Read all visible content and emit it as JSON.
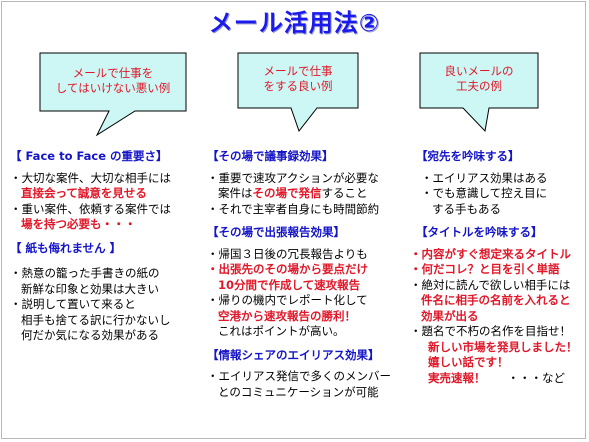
{
  "title": "メール活用法②",
  "callouts": [
    {
      "line1": "メールで仕事を",
      "line2": "してはいけない悪い例"
    },
    {
      "line1": "メールで仕事",
      "line2": "をする良い例"
    },
    {
      "line1": "良いメールの",
      "line2": "工夫の例"
    }
  ],
  "col1": {
    "h1": "【 Face to Face の重要さ】",
    "a1": "・大切な案件、大切な相手には",
    "a2": "直接会って誠意を見せる",
    "b1": "・重い案件、依頼する案件では",
    "b2": "場を持つ必要も・・・",
    "h2": "【  紙も侮れません 】",
    "c1": "・熱意の籠った手書きの紙の",
    "c2": "新鮮な印象と効果は大きい",
    "d1": "・説明して置いて来ると",
    "d2": "相手も捨てる訳に行かないし",
    "d3": "何だか気になる効果がある"
  },
  "col2": {
    "h1": "【その場で議事録効果】",
    "a1": "・重要で速攻アクションが必要な",
    "a2a": "案件は",
    "a2b": "その場で発信",
    "a2c": "すること",
    "b1": "・それで主宰者自身にも時間節約",
    "h2": "【その場で出張報告効果】",
    "c1": "・帰国３日後の冗長報告よりも",
    "d1": "・出張先のその場から要点だけ",
    "d2": "10分間で作成して速攻報告",
    "e1": "・帰りの機内でレポート化して",
    "e2": "空港から速攻報告の勝利！",
    "e3": "これはポイントが高い。",
    "h3": "【情報シェアのエイリアス効果】",
    "f1": "・エイリアス発信で多くのメンバー",
    "f2": "とのコミュニケーションが可能"
  },
  "col3": {
    "h1": "【宛先を吟味する】",
    "a1": "・エイリアス効果はある",
    "b1": "・でも意識して控え目に",
    "b2": "する手もある",
    "h2": "【タイトルを吟味する】",
    "c1": "・内容がすぐ想定来るタイトル",
    "d1": "・何だコレ？と目を引く単語",
    "e1": "・絶対に読んで欲しい相手には",
    "e2": "件名に相手の名前を入れると",
    "e3": "効果が出る",
    "f1": "・題名で不朽の名作を目指せ！",
    "f2": "新しい市場を発見しました！",
    "f3": "嬉しい話です！",
    "f4": "実売速報！",
    "f5": "・・・など"
  },
  "colors": {
    "title": "#1a1aee",
    "callout_fill": "#cdf7f4",
    "emphasis": "#e0182a",
    "heading": "#1515c8"
  }
}
